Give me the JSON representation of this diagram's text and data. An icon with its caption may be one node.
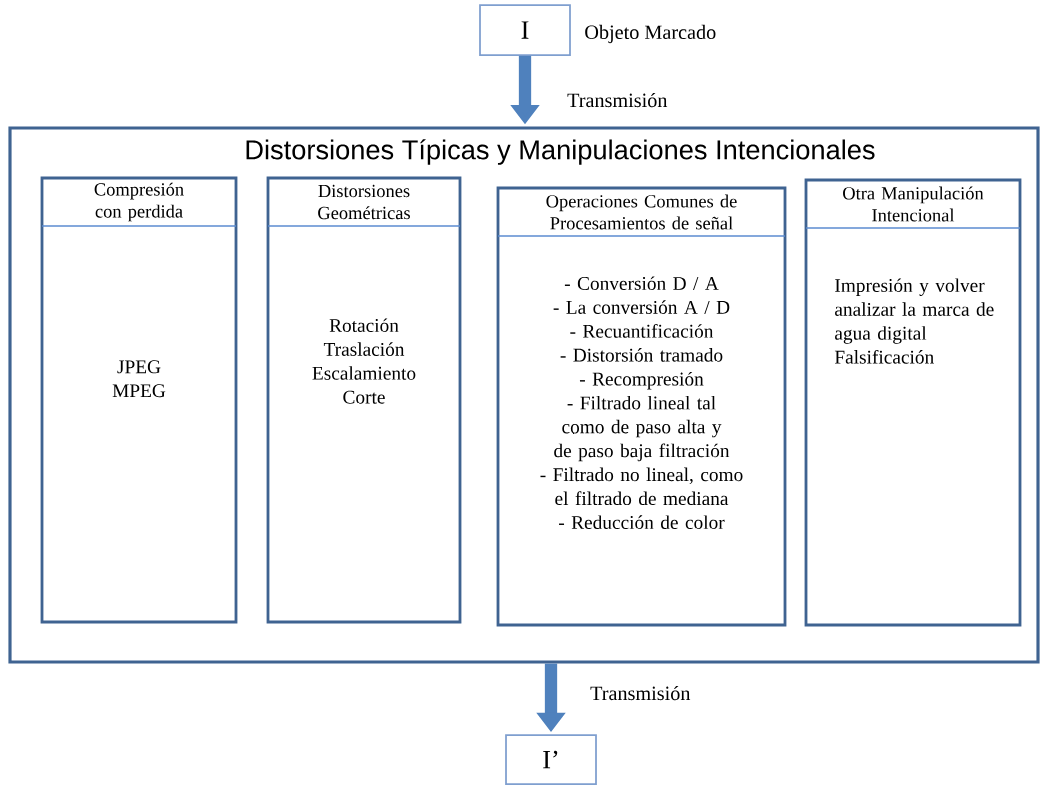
{
  "diagram": {
    "nodes": [
      {
        "text": [
          "I"
        ],
        "beside": [
          "Objeto Marcado"
        ]
      },
      {
        "text": [
          "Distorsiones Típicas y Manipulaciones Intencionales"
        ]
      },
      {
        "text": [
          "Compresión con perdida",
          "JPEG",
          "MPEG"
        ],
        "in": 1
      },
      {
        "text": [
          "Distorsiones Geométricas",
          "Rotación",
          "Traslación",
          "Escalamiento",
          "Corte"
        ],
        "in": 1
      },
      {
        "text": [
          "Operaciones Comunes de Procesamientos de señal",
          "- Conversión D / A",
          "- La conversión A / D",
          "- Recuantificación",
          "- Distorsión tramado",
          "- Recompresión",
          "- Filtrado lineal tal como de paso alta y de paso baja filtración",
          "- Filtrado no lineal, como el filtrado de mediana",
          "- Reducción de color"
        ],
        "in": 1
      },
      {
        "text": [
          "Otra Manipulación Intencional",
          "Impresión y volver analizar la marca de agua digital",
          "Falsificación"
        ],
        "in": 1
      },
      {
        "text": [
          "I’"
        ]
      }
    ],
    "edges": [
      {
        "from": 0,
        "to": 1,
        "arrow": "to",
        "label": "Transmisión"
      },
      {
        "from": 1,
        "to": 6,
        "arrow": "to",
        "label": "Transmisión"
      }
    ]
  }
}
